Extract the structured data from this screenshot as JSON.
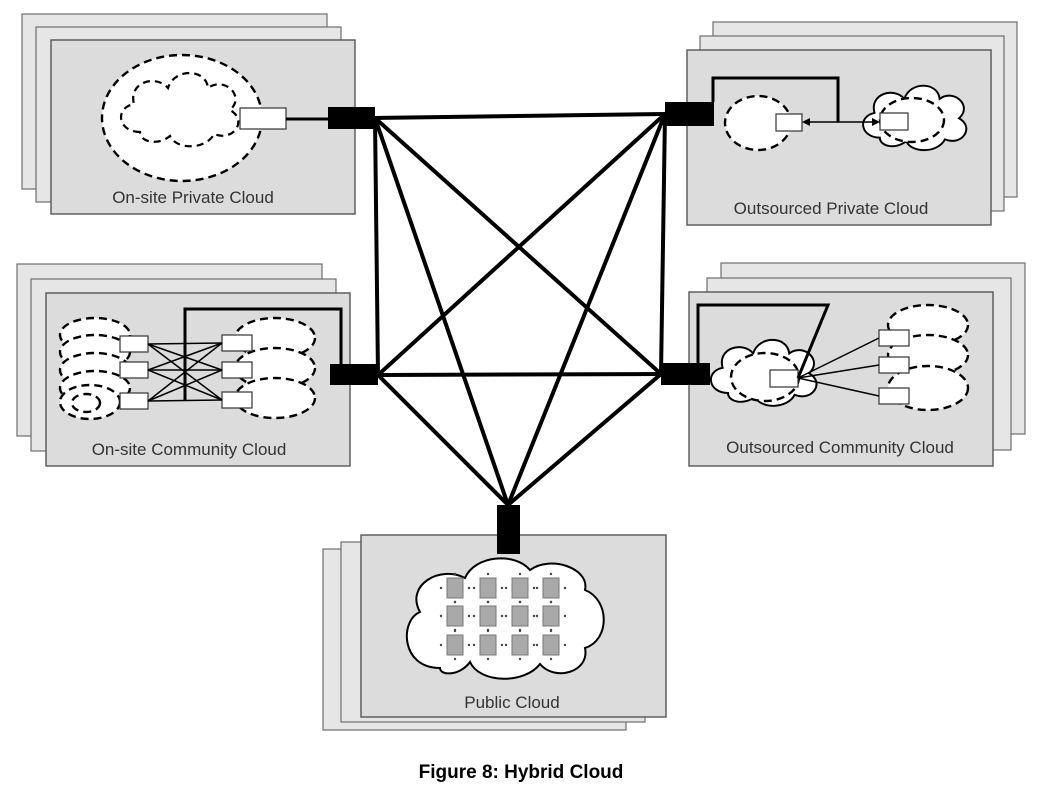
{
  "nodes": {
    "onsite_private": {
      "label": "On-site Private Cloud"
    },
    "outsourced_private": {
      "label": "Outsourced Private Cloud"
    },
    "onsite_community": {
      "label": "On-site Community Cloud"
    },
    "outsourced_community": {
      "label": "Outsourced Community Cloud"
    },
    "public": {
      "label": "Public Cloud"
    }
  },
  "connections": [
    [
      "onsite_private",
      "outsourced_private"
    ],
    [
      "onsite_private",
      "onsite_community"
    ],
    [
      "onsite_private",
      "outsourced_community"
    ],
    [
      "onsite_private",
      "public"
    ],
    [
      "outsourced_private",
      "onsite_community"
    ],
    [
      "outsourced_private",
      "outsourced_community"
    ],
    [
      "outsourced_private",
      "public"
    ],
    [
      "onsite_community",
      "outsourced_community"
    ],
    [
      "onsite_community",
      "public"
    ],
    [
      "outsourced_community",
      "public"
    ]
  ],
  "caption": "Figure 8: Hybrid Cloud"
}
